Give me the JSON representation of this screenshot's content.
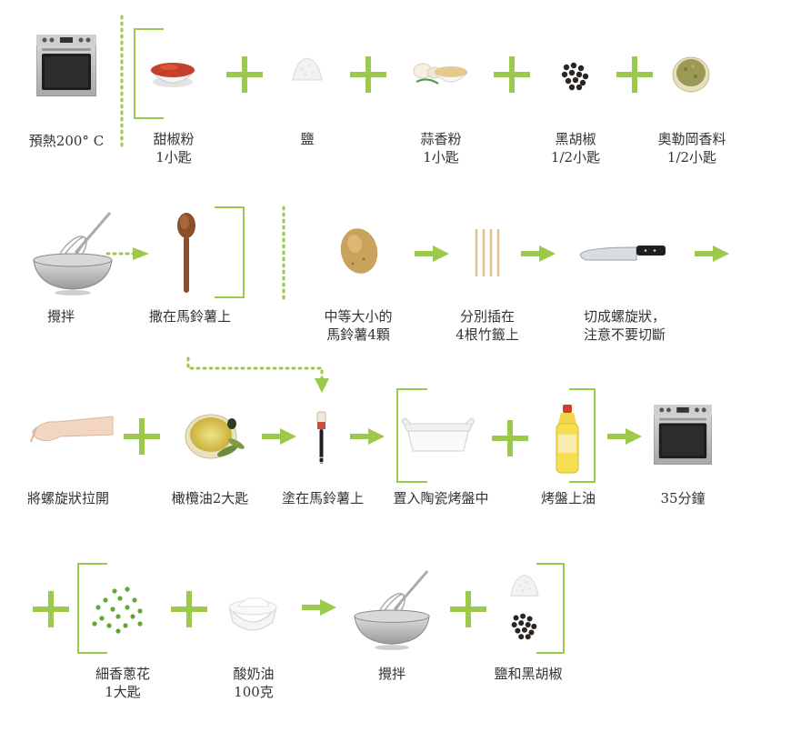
{
  "colors": {
    "accent": "#9cc84b",
    "text": "#333333"
  },
  "steps": {
    "preheat": "預熱200° C",
    "paprika": "甜椒粉\n1小匙",
    "salt": "鹽",
    "garlic_powder": "蒜香粉\n1小匙",
    "black_pepper": "黑胡椒\n1/2小匙",
    "oregano": "奧勒岡香料\n1/2小匙",
    "stir_1": "攪拌",
    "sprinkle_on_potato": "撒在馬鈴薯上",
    "potatoes": "中等大小的\n馬鈴薯4顆",
    "skewers": "分別插在\n4根竹籤上",
    "spiral_cut": "切成螺旋狀，\n注意不要切斷",
    "pull_apart": "將螺旋狀拉開",
    "olive_oil": "橄欖油2大匙",
    "brush_on_potato": "塗在馬鈴薯上",
    "into_dish": "置入陶瓷烤盤中",
    "oil_dish": "烤盤上油",
    "bake_time": "35分鐘",
    "chives": "細香蔥花\n1大匙",
    "sour_cream": "酸奶油\n100克",
    "stir_2": "攪拌",
    "salt_and_pepper": "鹽和黑胡椒"
  },
  "icons": [
    "oven-icon",
    "paprika-bowl-icon",
    "salt-pile-icon",
    "garlic-powder-icon",
    "black-pepper-icon",
    "oregano-bowl-icon",
    "whisk-bowl-icon",
    "wooden-spoon-icon",
    "potato-icon",
    "skewers-icon",
    "chef-knife-icon",
    "hand-icon",
    "olive-oil-icon",
    "basting-brush-icon",
    "baking-dish-icon",
    "oil-bottle-icon",
    "chives-icon",
    "sour-cream-icon"
  ]
}
